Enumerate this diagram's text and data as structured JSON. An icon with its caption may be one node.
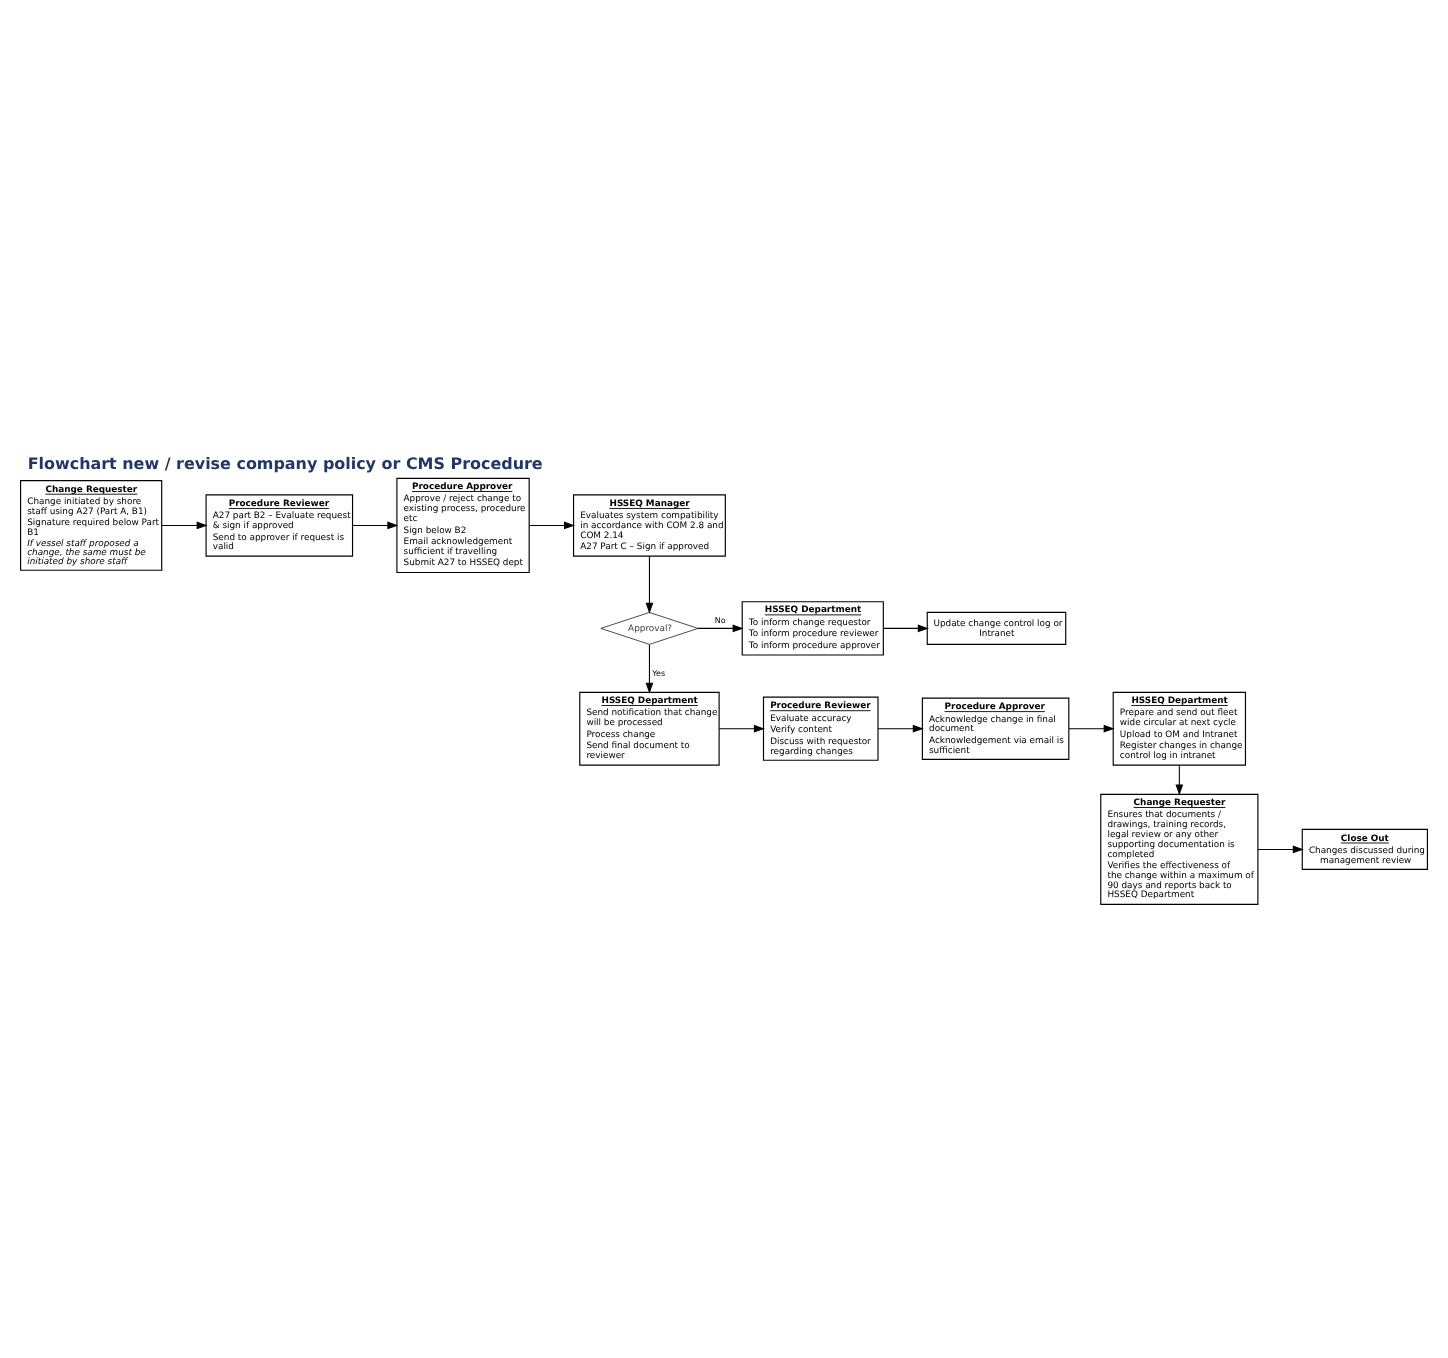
{
  "diagram": {
    "title": "Flowchart new / revise company policy or CMS Procedure",
    "nodes": [
      {
        "text": [
          "Change Requester",
          "Change initiated by shore staff using A27 (Part A, B1)",
          "Signature required below Part B1",
          "If vessel staff proposed a change, the same must be initiated by shore staff"
        ]
      },
      {
        "text": [
          "Procedure Reviewer",
          "A27 part B2 – Evaluate request & sign if approved",
          "Send to approver if request is valid"
        ]
      },
      {
        "text": [
          "Procedure Approver",
          "Approve / reject change to existing process, procedure etc",
          "Sign below B2",
          "Email acknowledgement sufficient if travelling",
          "Submit A27 to HSSEQ dept"
        ]
      },
      {
        "text": [
          "HSSEQ Manager",
          "Evaluates system compatibility in accordance with COM 2.8 and COM 2.14",
          "A27 Part C – Sign if approved"
        ]
      },
      {
        "text": [
          "Approval?"
        ]
      },
      {
        "text": [
          "HSSEQ Department",
          "To inform change requestor",
          "To inform procedure reviewer",
          "To inform procedure approver"
        ]
      },
      {
        "text": [
          "Update change control log or Intranet"
        ]
      },
      {
        "text": [
          "HSSEQ Department",
          "Send notification that change will be processed",
          "Process change",
          "Send final document to reviewer"
        ]
      },
      {
        "text": [
          "Procedure Reviewer",
          "Evaluate accuracy",
          "Verify content",
          "Discuss with requestor regarding changes"
        ]
      },
      {
        "text": [
          "Procedure Approver",
          "Acknowledge change in final document",
          "Acknowledgement via email is sufficient"
        ]
      },
      {
        "text": [
          "HSSEQ Department",
          "Prepare and send out fleet wide circular at next cycle",
          "Upload to OM and Intranet",
          "Register changes in change control log in intranet"
        ]
      },
      {
        "text": [
          "Change Requester",
          "Ensures that documents / drawings, training records, legal review or any other supporting documentation is completed",
          "Verifies the effectiveness of the change within a maximum of 90 days and reports back to HSSEQ Department"
        ]
      },
      {
        "text": [
          "Close Out",
          "Changes discussed during management review"
        ]
      }
    ],
    "edges": [
      {
        "from": 0,
        "to": 1,
        "arrow": "to"
      },
      {
        "from": 1,
        "to": 2,
        "arrow": "to"
      },
      {
        "from": 2,
        "to": 3,
        "arrow": "to"
      },
      {
        "from": 3,
        "to": 4,
        "arrow": "to"
      },
      {
        "from": 4,
        "to": 5,
        "arrow": "to",
        "label": "No"
      },
      {
        "from": 5,
        "to": 6,
        "arrow": "to"
      },
      {
        "from": 4,
        "to": 7,
        "arrow": "to",
        "label": "Yes"
      },
      {
        "from": 7,
        "to": 8,
        "arrow": "to"
      },
      {
        "from": 8,
        "to": 9,
        "arrow": "to"
      },
      {
        "from": 9,
        "to": 10,
        "arrow": "to"
      },
      {
        "from": 10,
        "to": 11,
        "arrow": "to"
      },
      {
        "from": 11,
        "to": 12,
        "arrow": "to"
      }
    ]
  }
}
